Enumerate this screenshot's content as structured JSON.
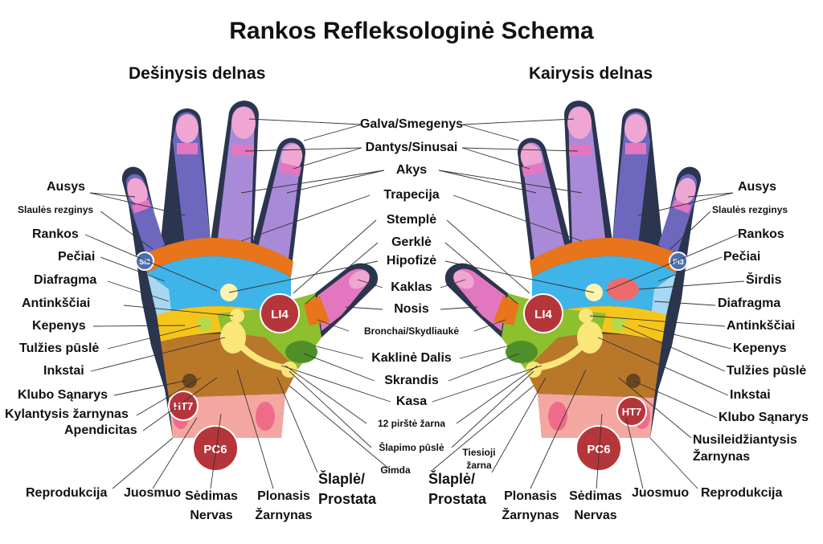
{
  "title": "Rankos Refleksologinė Schema",
  "right_palm": {
    "heading": "Dešinysis delnas",
    "left_labels": [
      "Ausys",
      "Slaulės rezginys",
      "Rankos",
      "Pečiai",
      "Diafragma",
      "Antinkščiai",
      "Kepenys",
      "Tulžies pūslė",
      "Inkstai",
      "Klubo Sąnarys",
      "Kylantysis žarnynas",
      "Apendicitas"
    ],
    "bottom_labels": [
      "Reprodukcija",
      "Juosmuo",
      "Sėdimas Nervas",
      "Plonasis Žarnynas",
      "Šlaplė/ Prostata"
    ],
    "points": {
      "si": "SI3",
      "li": "LI4",
      "ht": "HT7",
      "pc": "PC6"
    }
  },
  "left_palm": {
    "heading": "Kairysis delnas",
    "right_labels": [
      "Ausys",
      "Slaulės rezginys",
      "Rankos",
      "Pečiai",
      "Širdis",
      "Diafragma",
      "Antinkščiai",
      "Kepenys",
      "Tulžies pūslė",
      "Inkstai",
      "Klubo Sąnarys",
      "Nusileidžiantysis Žarnynas"
    ],
    "bottom_labels": [
      "Šlaplė/ Prostata",
      "Plonasis Žarnynas",
      "Sėdimas Nervas",
      "Juosmuo",
      "Reprodukcija"
    ],
    "points": {
      "pi": "PI3",
      "li": "LI4",
      "ht": "HT7",
      "pc": "PC6"
    }
  },
  "center_labels": [
    "Galva/Smegenys",
    "Dantys/Sinusai",
    "Akys",
    "Trapecija",
    "Stemplė",
    "Gerklė",
    "Hipofizė",
    "Kaklas",
    "Nosis",
    "Bronchai/Skydliaukė",
    "Kaklinė Dalis",
    "Skrandis",
    "Kasa",
    "12 pirštė žarna",
    "Šlapimo pūslė",
    "Gimda",
    "Tiesioji žarna"
  ],
  "colors": {
    "fingertip": "#f0a6d2",
    "finger_mid": "#e277c0",
    "finger": "#a98ad8",
    "finger_dark": "#6d68be",
    "orange": "#e8741c",
    "sky": "#3fb4e8",
    "palm_light": "#a7d7f2",
    "yellow": "#f6c51c",
    "green": "#8dbf2e",
    "brown": "#b9772a",
    "skin": "#f4a7a0",
    "point_red": "#b5363a",
    "point_blue": "#4a6fb2",
    "outline": "#2b3550",
    "leader": "#333333"
  }
}
